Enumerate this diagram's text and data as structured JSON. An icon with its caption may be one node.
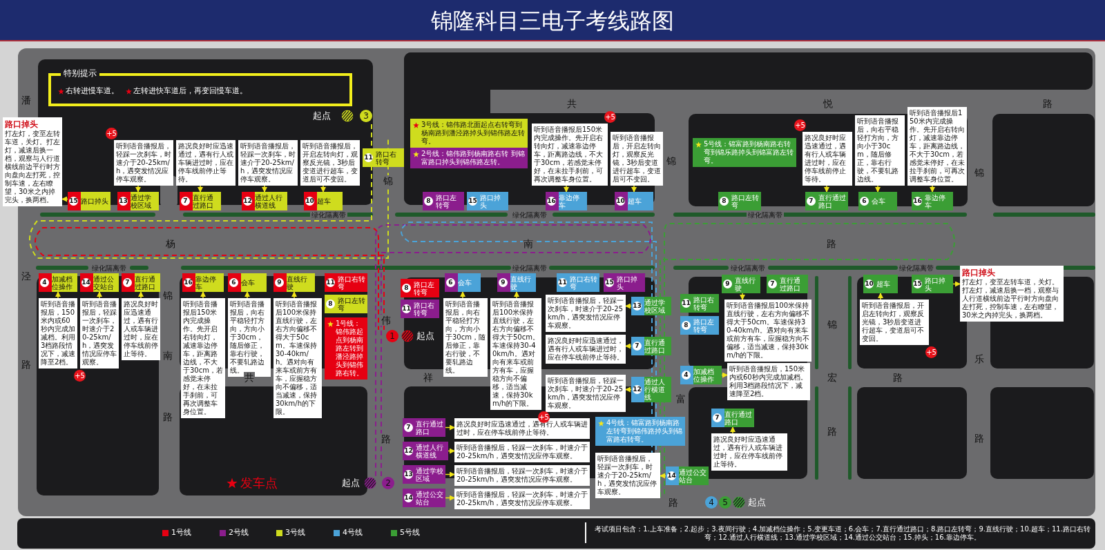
{
  "diagram": {
    "title": "锦隆科目三电子考线路图",
    "nodes": [
      {
        "text": [
          "特别提示",
          "右转进慢车道。",
          "左转进快车道后，再变回慢车道。"
        ]
      },
      {
        "text": [
          "路口掉头",
          "打左灯，变至左转车道，关灯。打左灯，减速后换一档，观察与人行道横线前边平行时方向盘向左打死，控制车速，左右瞭望，30米之内掉完头，换两档。"
        ]
      },
      {
        "text": [
          "听到语音播报后，轻踩一次刹车，时速介于20-25km/h，遇突发情况应停车观察。"
        ],
        "beside": [
          "+5"
        ]
      },
      {
        "text": [
          "路况良好时应迅速通过，遇有行人或车辆进过时，应在停车线前停止等待。"
        ]
      },
      {
        "text": [
          "听到语音播报后，轻踩一次刹车，时速介于20-25km/h，遇突发情况应停车观察。"
        ]
      },
      {
        "text": [
          "听到语音播报后，开启左转向灯，观察反光镜，3秒后变道进行超车，变道后可不变回。"
        ]
      },
      {
        "text": [
          "3号线：锦伟路北面起点右转弯到杨南路到潘泾路掉头到锦伟路左转弯。"
        ]
      },
      {
        "text": [
          "2号线：锦伟路到杨南路右转 到锦富路口掉头到锦伟路左转。"
        ]
      },
      {
        "text": [
          "听到语音播报后150米内完成操作。先开启右转向灯，减速靠边停车，距离路边线，不大于30cm，若感觉未停好，在未拉手刹前，可再次调整车身位置。"
        ],
        "beside": [
          "+5"
        ]
      },
      {
        "text": [
          "听到语音播报后，开启左转向灯，观察反光镜，3秒后变道进行超车，变道后可不变回。"
        ]
      },
      {
        "text": [
          "5号线：锦富路到杨南路右转弯到锦乐路掉头到锦富路左转弯。"
        ]
      },
      {
        "text": [
          "路况良好时应迅速通过，遇有行人或车辆进过时，应在停车线前停止等待。"
        ],
        "beside": [
          "+5"
        ]
      },
      {
        "text": [
          "听到语音播报后，向右平稳轻打方向，方向小于30cm，随后修正，靠右行驶，不要轧路边线。"
        ]
      },
      {
        "text": [
          "听到语音播报后150米内完成操作。先开启右转向灯，减速靠边停车，距离路边线，不大于30cm，若感觉未停好，在未拉手刹前，可再次调整车身位置。"
        ]
      },
      {
        "text": [
          "11",
          "路口右转弯"
        ]
      },
      {
        "text": [
          "15",
          "路口掉头"
        ]
      },
      {
        "text": [
          "13",
          "通过学校区域"
        ]
      },
      {
        "text": [
          "7",
          "直行通过路口"
        ]
      },
      {
        "text": [
          "12",
          "通过人行横道线"
        ]
      },
      {
        "text": [
          "10",
          "超车"
        ]
      },
      {
        "text": [
          "8",
          "路口左转弯"
        ]
      },
      {
        "text": [
          "15",
          "路口掉头"
        ]
      },
      {
        "text": [
          "16",
          "靠边停车"
        ]
      },
      {
        "text": [
          "10",
          "超车"
        ]
      },
      {
        "text": [
          "8",
          "路口左转弯"
        ]
      },
      {
        "text": [
          "7",
          "直行通过路口"
        ]
      },
      {
        "text": [
          "6",
          "会车"
        ]
      },
      {
        "text": [
          "16",
          "靠边停车"
        ]
      },
      {
        "text": [
          "4",
          "加减档位操作"
        ]
      },
      {
        "text": [
          "14",
          "通过公交站台"
        ]
      },
      {
        "text": [
          "7",
          "直行通过路口"
        ]
      },
      {
        "text": [
          "16",
          "靠边停车"
        ]
      },
      {
        "text": [
          "6",
          "会车"
        ]
      },
      {
        "text": [
          "9",
          "直线行驶"
        ]
      },
      {
        "text": [
          "11",
          "路口右转弯"
        ]
      },
      {
        "text": [
          "8",
          "路口左转弯"
        ]
      },
      {
        "text": [
          "1号线：锦伟路起点到杨南路左转到潘泾路掉头到锦伟路右转。"
        ]
      },
      {
        "text": [
          "8",
          "路口左转弯"
        ]
      },
      {
        "text": [
          "11",
          "路口右转弯"
        ]
      },
      {
        "text": [
          "6",
          "会车"
        ]
      },
      {
        "text": [
          "9",
          "直线行驶"
        ]
      },
      {
        "text": [
          "11",
          "路口右转弯"
        ]
      },
      {
        "text": [
          "15",
          "路口掉头"
        ]
      },
      {
        "text": [
          "13",
          "通过学校区域"
        ]
      },
      {
        "text": [
          "7",
          "直行通过路口"
        ]
      },
      {
        "text": [
          "12",
          "通过人行横道线"
        ]
      },
      {
        "text": [
          "7",
          "直行通过路口"
        ]
      },
      {
        "text": [
          "12",
          "通过人行横道线"
        ]
      },
      {
        "text": [
          "13",
          "通过学校区域"
        ]
      },
      {
        "text": [
          "14",
          "通过公交站台"
        ]
      },
      {
        "text": [
          "4号线：锦富路到杨南路左转弯到锦伟路掉头到锦富路右转弯。"
        ]
      },
      {
        "text": [
          "14",
          "通过公交站台"
        ]
      },
      {
        "text": [
          "9",
          "直线行驶"
        ]
      },
      {
        "text": [
          "7",
          "直行通过路口"
        ]
      },
      {
        "text": [
          "11",
          "路口右转弯"
        ]
      },
      {
        "text": [
          "8",
          "路口左转弯"
        ]
      },
      {
        "text": [
          "4",
          "加减档位操作"
        ]
      },
      {
        "text": [
          "7",
          "直行通过路口"
        ]
      },
      {
        "text": [
          "10",
          "超车"
        ]
      },
      {
        "text": [
          "15",
          "路口掉头"
        ]
      },
      {
        "text": [
          "听到语音播报后，150米内或60秒内完成加减档。利用3档路段情况下，减速降至2档。"
        ],
        "beside": [
          "+5"
        ]
      },
      {
        "text": [
          "听到语音播报后，轻踩一次刹车，时速介于20-25km/h，遇突发情况应停车观察。"
        ]
      },
      {
        "text": [
          "路况良好时应迅速通过，遇有行人或车辆进过时，应在停车线前停止等待。"
        ]
      },
      {
        "text": [
          "听到语音播报后150米内完成操作。先开启右转向灯，减速靠边停车，距离路边线，不大于30cm，若感觉未停好，在未拉手刹前，可再次调整车身位置。"
        ]
      },
      {
        "text": [
          "听到语音播报后，向右平稳轻打方向，方向小于30cm，随后修正，靠右行驶，不要轧路边线。"
        ]
      },
      {
        "text": [
          "听到语音播报后100米保持直线行驶，左右方向偏移不得大于50cm。车速保持30-40km/h。遇对向有来车或前方有车，应握稳方向不偏移，适当减速，保持30km/h的下限。"
        ]
      },
      {
        "text": [
          "听到语音播报后，向右平稳轻打方向，方向小于30cm，随后修正，靠右行驶，不要轧路边线。"
        ]
      },
      {
        "text": [
          "听到语音播报后100米保持直线行驶，左右方向偏移不得大于50cm。车速保持30-40km/h。遇对向有来车或前方有车，应握稳方向不偏移，适当减速，保持30km/h的下限。"
        ],
        "beside": [
          "+5"
        ]
      },
      {
        "text": [
          "听到语音播报后，轻踩一次刹车，时速介于20-25km/h，遇突发情况应停车观察。"
        ]
      },
      {
        "text": [
          "路况良好时应迅速通过，遇有行人或车辆进过时，应在停车线前停止等待。"
        ]
      },
      {
        "text": [
          "听到语音播报后，轻踩一次刹车，时速介于20-25km/h，遇突发情况应停车观察。"
        ]
      },
      {
        "text": [
          "路况良好时应迅速通过，遇有行人或车辆进过时，应在停车线前停止等待。"
        ]
      },
      {
        "text": [
          "听到语音播报后，轻踩一次刹车，时速介于20-25km/h，遇突发情况应停车观察。"
        ]
      },
      {
        "text": [
          "听到语音播报后，轻踩一次刹车，时速介于20-25km/h，遇突发情况应停车观察。"
        ]
      },
      {
        "text": [
          "听到语音播报后，轻踩一次刹车，时速介于20-25km/h，遇突发情况应停车观察。"
        ]
      },
      {
        "text": [
          "听到语音播报后，轻踩一次刹车，时速介于20-25km/h，遇突发情况应停车观察。"
        ]
      },
      {
        "text": [
          "听到语音播报后100米保持直线行驶，左右方向偏移不得大于50cm。车速保持30-40km/h。遇对向有来车或前方有车，应握稳方向不偏移，适当减速，保持30km/h的下限。"
        ]
      },
      {
        "text": [
          "听到语音播报后，150米内或60秒内完成加减档。利用3档路段情况下，减速降至2档。"
        ]
      },
      {
        "text": [
          "路况良好时应迅速通过，遇有行人或车辆进过时，应在停车线前停止等待。"
        ]
      },
      {
        "text": [
          "听到语音播报后，开启左转向灯，观察反光镜，3秒后变道进行超车，变道后可不变回。"
        ],
        "beside": [
          "+5"
        ]
      },
      {
        "text": [
          "路口掉头",
          "打左灯，变至左转车道，关灯。打左灯，减速后换一档，观察与人行道横线前边平行时方向盘向左打死，控制车速，左右瞭望，30米之内掉完头，换两档。"
        ]
      }
    ],
    "edges": [
      {
        "from": 2,
        "to": 16,
        "arrow": "to"
      },
      {
        "from": 3,
        "to": 17,
        "arrow": "to"
      },
      {
        "from": 4,
        "to": 18,
        "arrow": "to"
      },
      {
        "from": 5,
        "to": 19,
        "arrow": "to"
      },
      {
        "from": 8,
        "to": 22,
        "arrow": "to"
      },
      {
        "from": 9,
        "to": 23,
        "arrow": "to"
      },
      {
        "from": 11,
        "to": 25,
        "arrow": "to"
      },
      {
        "from": 12,
        "to": 26,
        "arrow": "to"
      },
      {
        "from": 13,
        "to": 27,
        "arrow": "to"
      },
      {
        "from": 15,
        "to": 1,
        "arrow": "to"
      },
      {
        "from": 60,
        "to": 28,
        "arrow": "to"
      },
      {
        "from": 61,
        "to": 29,
        "arrow": "to"
      },
      {
        "from": 62,
        "to": 30,
        "arrow": "to"
      },
      {
        "from": 63,
        "to": 31,
        "arrow": "to"
      },
      {
        "from": 64,
        "to": 32,
        "arrow": "to"
      },
      {
        "from": 65,
        "to": 33,
        "arrow": "to"
      },
      {
        "from": 66,
        "to": 39,
        "arrow": "to"
      },
      {
        "from": 67,
        "to": 40,
        "arrow": "to"
      },
      {
        "from": 43,
        "to": 68,
        "arrow": "to"
      },
      {
        "from": 44,
        "to": 69,
        "arrow": "to"
      },
      {
        "from": 45,
        "to": 70,
        "arrow": "to"
      },
      {
        "from": 46,
        "to": 71,
        "arrow": "to"
      },
      {
        "from": 47,
        "to": 72,
        "arrow": "to"
      },
      {
        "from": 48,
        "to": 73,
        "arrow": "to"
      },
      {
        "from": 49,
        "to": 74,
        "arrow": "to"
      },
      {
        "from": 51,
        "to": 75,
        "arrow": "to"
      },
      {
        "from": 52,
        "to": 76,
        "arrow": "to"
      },
      {
        "from": 56,
        "to": 77,
        "arrow": "to"
      },
      {
        "from": 78,
        "to": 57,
        "arrow": "to"
      },
      {
        "from": 79,
        "to": 58,
        "arrow": "to"
      },
      {
        "from": 59,
        "to": 80,
        "arrow": "to"
      }
    ],
    "labels": [
      "潘",
      "共",
      "悦",
      "路",
      "起点",
      "3",
      "锦",
      "锦",
      "锦",
      "绿化隔离带",
      "绿化隔离带",
      "绿化隔离带",
      "杨",
      "南",
      "路",
      "泾",
      "绿化隔离带",
      "绿化隔离带",
      "绿化隔离带",
      "绿化隔离带",
      "锦",
      "伟",
      "锦",
      "1",
      "起点",
      "路",
      "南",
      "乐",
      "共",
      "祥",
      "宏",
      "路",
      "富",
      "路",
      "路",
      "路",
      "路",
      "发车点",
      "起点",
      "2",
      "路",
      "4",
      "5",
      "起点",
      "考试项目包含：1.上车准备；2.起步；3.夜间行驶；4.加减档位操作；5.变更车道；6.会车；7.直行通过路口；8.路口左转弯；9.直线行驶；10.超车；11.路口右转弯；12.通过人行横道线；13.通过学校区域；14.通过公交站台；15.掉头；16.靠边停车。"
    ],
    "legend": [
      {
        "text": "1号线",
        "color": "#e60012"
      },
      {
        "text": "2号线",
        "color": "#8b1d8d"
      },
      {
        "text": "3号线",
        "color": "#cfdc1e"
      },
      {
        "text": "4号线",
        "color": "#4ba3d8"
      },
      {
        "text": "5号线",
        "color": "#3b9e35"
      }
    ]
  }
}
